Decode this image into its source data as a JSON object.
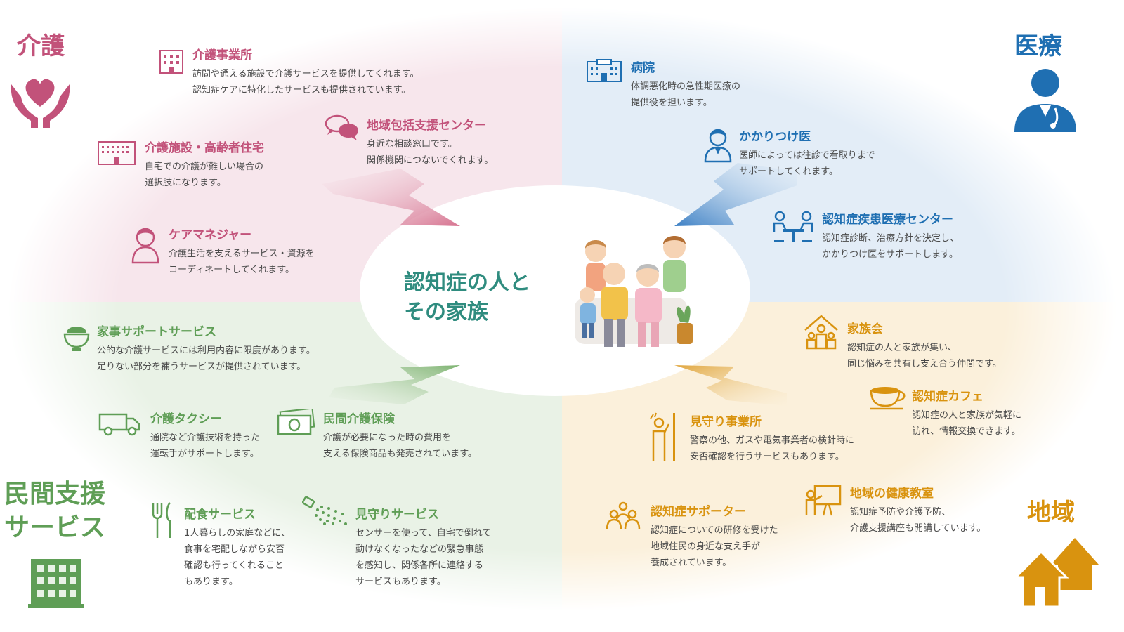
{
  "center": {
    "line1": "認知症の人と",
    "line2": "その家族"
  },
  "categories": {
    "care": "介護",
    "medical": "医療",
    "private": {
      "line1": "民間支援",
      "line2": "サービス"
    },
    "community": "地域"
  },
  "colors": {
    "care": "#c2527a",
    "medical": "#1f6fb2",
    "private": "#5f9e56",
    "community": "#d9930f",
    "center_text": "#2f8c7f"
  },
  "items": {
    "kaigo_office": {
      "title": "介護事業所",
      "lines": [
        "訪問や通える施設で介護サービスを提供してくれます。",
        "認知症ケアに特化したサービスも提供されています。"
      ],
      "icon": "building-icon"
    },
    "kaigo_facility": {
      "title": "介護施設・高齢者住宅",
      "lines": [
        "自宅での介護が難しい場合の",
        "選択肢になります。"
      ],
      "icon": "facility-icon"
    },
    "houkatsu": {
      "title": "地域包括支援センター",
      "lines": [
        "身近な相談窓口です。",
        "関係機関につないでくれます。"
      ],
      "icon": "speech-bubbles-icon"
    },
    "care_manager": {
      "title": "ケアマネジャー",
      "lines": [
        "介護生活を支えるサービス・資源を",
        "コーディネートしてくれます。"
      ],
      "icon": "person-icon"
    },
    "hospital": {
      "title": "病院",
      "lines": [
        "体調悪化時の急性期医療の",
        "提供役を担います。"
      ],
      "icon": "hospital-icon"
    },
    "family_doctor": {
      "title": "かかりつけ医",
      "lines": [
        "医師によっては往診で看取りまで",
        "サポートしてくれます。"
      ],
      "icon": "doctor-icon"
    },
    "dementia_center": {
      "title": "認知症疾患医療センター",
      "lines": [
        "認知症診断、治療方針を決定し、",
        "かかりつけ医をサポートします。"
      ],
      "icon": "consultation-icon"
    },
    "housework": {
      "title": "家事サポートサービス",
      "lines": [
        "公的な介護サービスには利用内容に限度があります。",
        "足りない部分を補うサービスが提供されています。"
      ],
      "icon": "rice-bowl-icon"
    },
    "taxi": {
      "title": "介護タクシー",
      "lines": [
        "通院など介護技術を持った",
        "運転手がサポートします。"
      ],
      "icon": "van-icon"
    },
    "insurance": {
      "title": "民間介護保険",
      "lines": [
        "介護が必要になった時の費用を",
        "支える保険商品も発売されています。"
      ],
      "icon": "money-icon"
    },
    "meal": {
      "title": "配食サービス",
      "lines": [
        "1人暮らしの家庭などに、",
        "食事を宅配しながら安否",
        "確認も行ってくれること",
        "もあります。"
      ],
      "icon": "fork-knife-icon"
    },
    "watch_service": {
      "title": "見守りサービス",
      "lines": [
        "センサーを使って、自宅で倒れて",
        "動けなくなったなどの緊急事態",
        "を感知し、関係各所に連絡する",
        "サービスもあります。"
      ],
      "icon": "sensor-icon"
    },
    "family_group": {
      "title": "家族会",
      "lines": [
        "認知症の人と家族が集い、",
        "同じ悩みを共有し支え合う仲間です。"
      ],
      "icon": "family-house-icon"
    },
    "cafe": {
      "title": "認知症カフェ",
      "lines": [
        "認知症の人と家族が気軽に",
        "訪れ、情報交換できます。"
      ],
      "icon": "coffee-cup-icon"
    },
    "watch_office": {
      "title": "見守り事業所",
      "lines": [
        "警察の他、ガスや電気事業者の検針時に",
        "安否確認を行うサービスもあります。"
      ],
      "icon": "waving-person-icon"
    },
    "supporter": {
      "title": "認知症サポーター",
      "lines": [
        "認知症についての研修を受けた",
        "地域住民の身近な支え手が",
        "養成されています。"
      ],
      "icon": "group-icon"
    },
    "health_class": {
      "title": "地域の健康教室",
      "lines": [
        "認知症予防や介護予防、",
        "介護支援講座も開講しています。"
      ],
      "icon": "teacher-board-icon"
    }
  }
}
